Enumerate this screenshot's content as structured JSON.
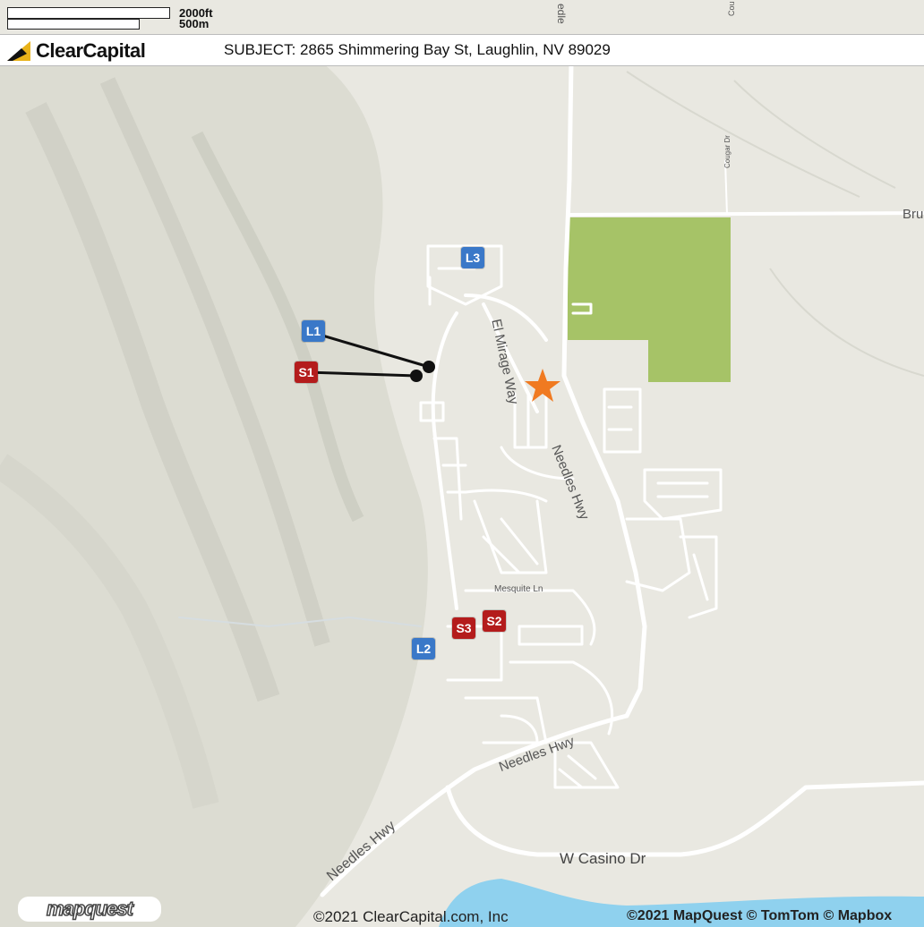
{
  "scale": {
    "feet_label": "2000ft",
    "meters_label": "500m"
  },
  "header": {
    "brand": "ClearCapital",
    "subject": "SUBJECT: 2865 Shimmering Bay St, Laughlin, NV 89029"
  },
  "map_labels": {
    "needles_hwy_upper": "Needles Hwy",
    "el_mirage_way": "El Mirage Way",
    "mesquite_ln": "Mesquite Ln",
    "needles_hwy_middle": "Needles Hwy",
    "needles_hwy_lower": "Needles Hwy",
    "w_casino_dr": "W Casino Dr",
    "cougar_dr": "Cougar Dr",
    "needles_top_fragment": "edle",
    "bru_fragment": "Bru",
    "cou_fragment": "Cou"
  },
  "markers": {
    "subject_icon": "star-icon",
    "L1": "L1",
    "L2": "L2",
    "L3": "L3",
    "S1": "S1",
    "S2": "S2",
    "S3": "S3"
  },
  "colors": {
    "listing": "#3a78c8",
    "sale": "#b41c1c",
    "subject": "#f07a21",
    "park": "#a6c367",
    "water": "#8fd1ee",
    "land": "#e9e8e1",
    "road": "#ffffff"
  },
  "footer": {
    "copyright": "©2021 ClearCapital.com, Inc",
    "attribution": "©2021 MapQuest © TomTom © Mapbox",
    "mapquest_logo": "mapquest"
  }
}
